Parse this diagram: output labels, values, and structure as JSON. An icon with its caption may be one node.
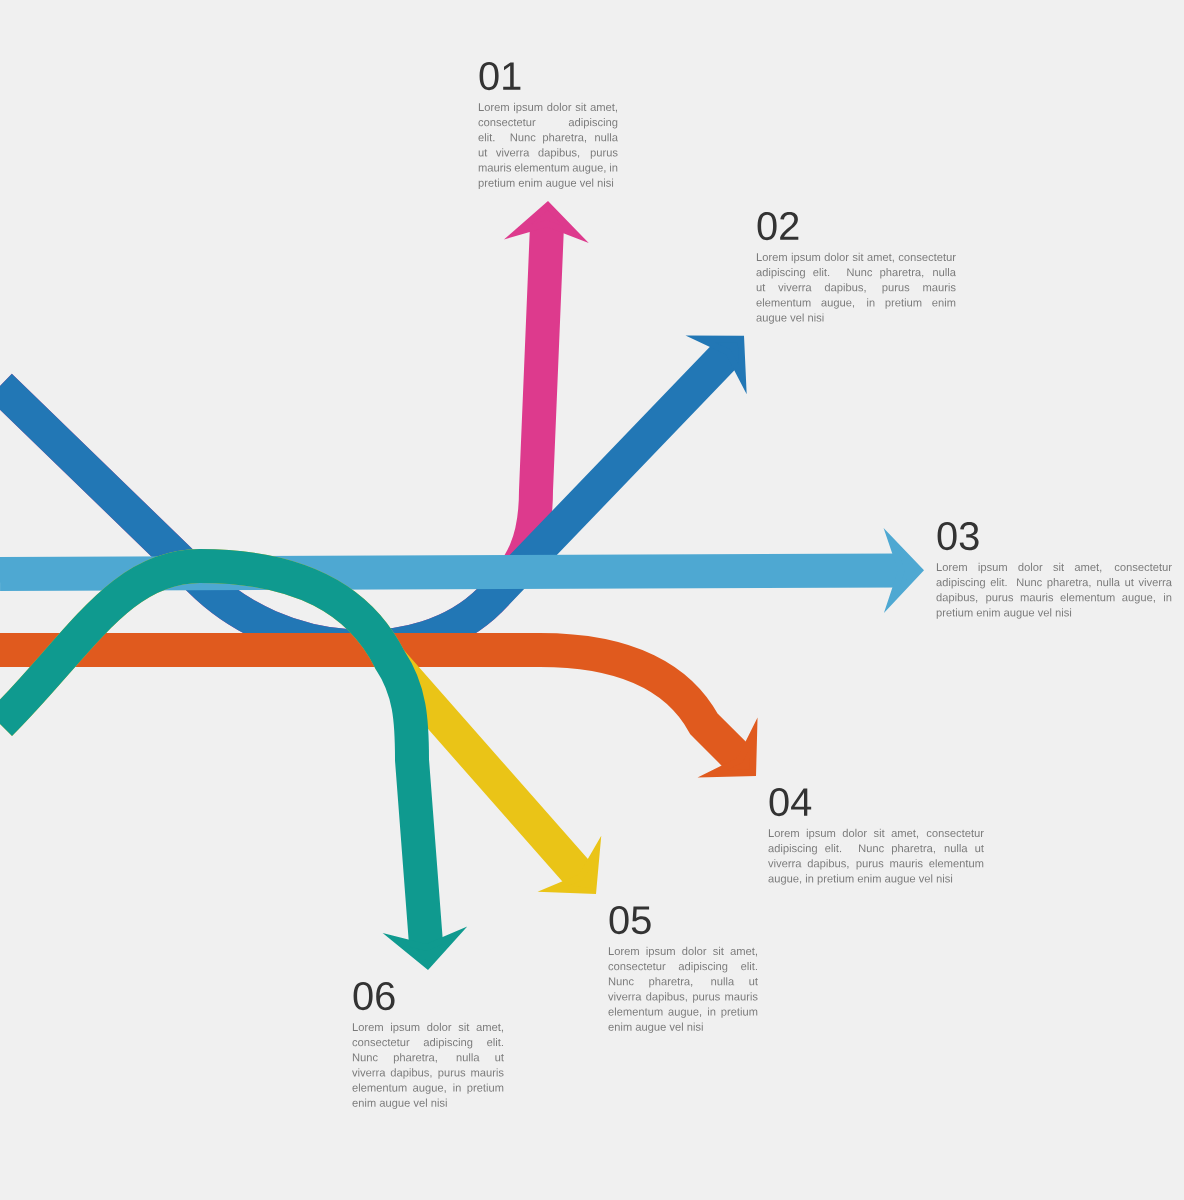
{
  "diagram": {
    "nodes": [
      {
        "text": [
          "01",
          "Lorem ipsum dolor sit amet, consectetur adipiscing elit. Nunc pharetra, nulla ut viverra dapibus, purus mauris elementum augue, in pretium enim augue vel nisi"
        ]
      },
      {
        "text": [
          "02",
          "Lorem ipsum dolor sit amet, consectetur adipiscing elit. Nunc pharetra, nulla ut viverra dapibus, purus mauris elementum augue, in pretium enim augue vel nisi"
        ]
      },
      {
        "text": [
          "03",
          "Lorem ipsum dolor sit amet, consectetur adipiscing elit. Nunc pharetra, nulla ut viverra dapibus, purus mauris elementum augue, in pretium enim augue vel nisi"
        ]
      },
      {
        "text": [
          "04",
          "Lorem ipsum dolor sit amet, consectetur adipiscing elit. Nunc pharetra, nulla ut viverra dapibus, purus mauris elementum augue, in pretium enim augue vel nisi"
        ]
      },
      {
        "text": [
          "05",
          "Lorem ipsum dolor sit amet, consectetur adipiscing elit. Nunc pharetra, nulla ut viverra dapibus, purus mauris elementum augue, in pretium enim augue vel nisi"
        ]
      },
      {
        "text": [
          "06",
          "Lorem ipsum dolor sit amet, consectetur adipiscing elit. Nunc pharetra, nulla ut viverra dapibus, purus mauris elementum augue, in pretium enim augue vel nisi"
        ]
      }
    ],
    "edges": [
      {
        "from": null,
        "to": 0,
        "arrow": "to",
        "color": "#dd3a8d"
      },
      {
        "from": null,
        "to": 1,
        "arrow": "to",
        "color": "#2277b5"
      },
      {
        "from": null,
        "to": 2,
        "arrow": "to",
        "color": "#4ea8d2"
      },
      {
        "from": null,
        "to": 3,
        "arrow": "to",
        "color": "#e05a1e"
      },
      {
        "from": null,
        "to": 4,
        "arrow": "to",
        "color": "#eac417"
      },
      {
        "from": null,
        "to": 5,
        "arrow": "to",
        "color": "#0f9a8f"
      }
    ]
  }
}
